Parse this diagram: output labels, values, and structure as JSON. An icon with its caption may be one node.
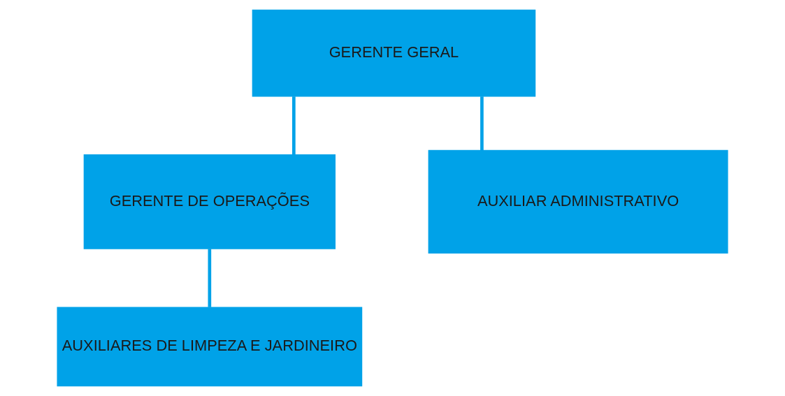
{
  "diagram": {
    "nodes": [
      {
        "text": [
          "GERENTE GERAL"
        ]
      },
      {
        "text": [
          "GERENTE DE OPERAÇÕES"
        ]
      },
      {
        "text": [
          "AUXILIAR ADMINISTRATIVO"
        ]
      },
      {
        "text": [
          "AUXILIARES DE LIMPEZA E JARDINEIRO"
        ]
      }
    ],
    "edges": [
      {
        "from": 0,
        "to": 1,
        "arrow": "none"
      },
      {
        "from": 0,
        "to": 2,
        "arrow": "none"
      },
      {
        "from": 1,
        "to": 3,
        "arrow": "none"
      }
    ]
  }
}
